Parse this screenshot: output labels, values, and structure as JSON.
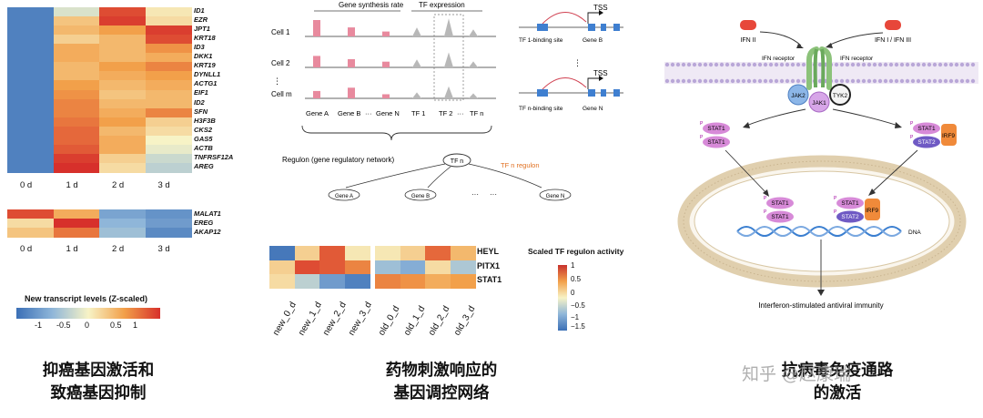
{
  "panel1": {
    "heatmap_top": {
      "genes": [
        "ID1",
        "EZR",
        "JPT1",
        "KRT18",
        "ID3",
        "DKK1",
        "KRT19",
        "DYNLL1",
        "ACTG1",
        "EIF1",
        "ID2",
        "SFN",
        "H3F3B",
        "CKS2",
        "GAS5",
        "ACTB",
        "TNFRSF12A",
        "AREG"
      ],
      "timepoints": [
        "0 d",
        "1 d",
        "2 d",
        "3 d"
      ],
      "values": [
        [
          -1.3,
          -0.2,
          1.3,
          0.1
        ],
        [
          -1.3,
          0.4,
          1.4,
          0.2
        ],
        [
          -1.3,
          0.5,
          0.7,
          1.4
        ],
        [
          -1.3,
          0.3,
          0.5,
          1.3
        ],
        [
          -1.3,
          0.6,
          0.5,
          0.8
        ],
        [
          -1.3,
          0.6,
          0.5,
          0.6
        ],
        [
          -1.3,
          0.5,
          0.7,
          0.9
        ],
        [
          -1.3,
          0.5,
          0.6,
          0.7
        ],
        [
          -1.3,
          0.7,
          0.5,
          0.6
        ],
        [
          -1.3,
          0.8,
          0.4,
          0.5
        ],
        [
          -1.3,
          0.9,
          0.5,
          0.5
        ],
        [
          -1.3,
          0.9,
          0.6,
          0.9
        ],
        [
          -1.3,
          1.0,
          0.7,
          0.3
        ],
        [
          -1.3,
          1.1,
          0.5,
          0.2
        ],
        [
          -1.3,
          1.1,
          0.6,
          0.0
        ],
        [
          -1.3,
          1.2,
          0.6,
          -0.1
        ],
        [
          -1.3,
          1.4,
          0.3,
          -0.3
        ],
        [
          -1.3,
          1.5,
          0.2,
          -0.4
        ]
      ]
    },
    "heatmap_bottom": {
      "genes": [
        "MALAT1",
        "EREG",
        "AKAP12"
      ],
      "timepoints": [
        "0 d",
        "1 d",
        "2 d",
        "3 d"
      ],
      "values": [
        [
          1.3,
          0.6,
          -0.9,
          -1.1
        ],
        [
          0.2,
          1.5,
          -0.7,
          -1.0
        ],
        [
          0.4,
          1.0,
          -0.6,
          -1.2
        ]
      ]
    },
    "legend": {
      "title": "New transcript levels (Z-scaled)",
      "ticks": [
        "-1",
        "-0.5",
        "0",
        "0.5",
        "1"
      ]
    },
    "caption": [
      "抑癌基因激活和",
      "致癌基因抑制"
    ]
  },
  "panel2": {
    "section_gene_synthesis": "Gene synthesis rate",
    "section_tf_expression": "TF expression",
    "cells": [
      "Cell 1",
      "Cell 2",
      "⋮",
      "Cell m"
    ],
    "bar_heights": [
      [
        1.0,
        0.55,
        0.3
      ],
      [
        0.7,
        0.5,
        0.35
      ],
      [
        0.45,
        0.65,
        0.25
      ]
    ],
    "peak_heights": [
      [
        0.45,
        0.9,
        0.35
      ],
      [
        0.4,
        0.75,
        0.3
      ],
      [
        0.3,
        0.6,
        0.25
      ]
    ],
    "x_labels": [
      "Gene A",
      "Gene B",
      "···",
      "Gene N",
      "TF 1",
      "TF 2",
      "···",
      "TF n"
    ],
    "binding_top": {
      "site": "TF 1-binding site",
      "gene": "Gene B",
      "tss": "TSS"
    },
    "binding_vdots": "⋮",
    "binding_bottom": {
      "site": "TF n-binding site",
      "gene": "Gene N",
      "tss": "TSS"
    },
    "regulon_label": "Regulon (gene regulatory network)",
    "tf_node": "TF n",
    "tf_regulon": "TF n regulon",
    "targets": [
      "Gene A",
      "Gene B",
      "···",
      "···",
      "Gene N"
    ],
    "heatmap": {
      "rows": [
        "HEYL",
        "PITX1",
        "STAT1"
      ],
      "cols": [
        "new_0_d",
        "new_1_d",
        "new_2_d",
        "new_3_d",
        "old_0_d",
        "old_1_d",
        "old_2_d",
        "old_3_d"
      ],
      "values": [
        [
          -1.4,
          0.3,
          1.2,
          0.1,
          0.1,
          0.3,
          1.1,
          0.5
        ],
        [
          0.3,
          1.3,
          1.2,
          0.9,
          -0.6,
          -0.8,
          0.2,
          -0.5
        ],
        [
          0.2,
          -0.4,
          -1.0,
          -1.3,
          0.9,
          0.8,
          0.6,
          0.7
        ]
      ]
    },
    "legend": {
      "title": "Scaled TF regulon activity",
      "ticks": [
        "1",
        "0.5",
        "0",
        "−0.5",
        "−1",
        "−1.5"
      ]
    },
    "caption": [
      "药物刺激响应的",
      "基因调控网络"
    ]
  },
  "panel3": {
    "ifn2": "IFN II",
    "ifn13": "IFN I / IFN III",
    "receptor_left": "IFN receptor",
    "receptor_right": "IFN receptor",
    "jak2": "JAK2",
    "jak1": "JAK1",
    "tyk2": "TYK2",
    "stat1": "STAT1",
    "stat2": "STAT2",
    "irf9": "IRF9",
    "phos": "P",
    "dna": "DNA",
    "outcome": "Interferon-stimulated antiviral immunity",
    "caption": [
      "抗病毒免疫通路",
      "的激活"
    ]
  },
  "watermark": "知乎 @赵康瑞",
  "colors": {
    "cold": "#3b6fb6",
    "neutral": "#f7f3c6",
    "hot": "#d7302b",
    "bar": "#e88a9e",
    "peak": "#b8b8b8",
    "membrane": "#d9c7a8"
  }
}
